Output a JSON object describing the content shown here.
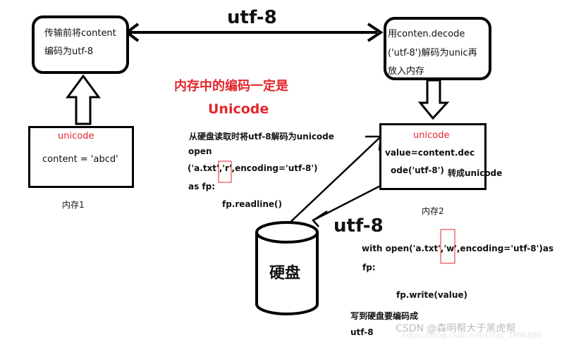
{
  "box1": {
    "line1": "传输前将content",
    "line2": "编码为utf-8"
  },
  "box2": {
    "line1": "用conten.decode",
    "line2": "('utf-8')解码为unic再",
    "line3": "放入内存"
  },
  "arrow_top_label": "utf-8",
  "memory_note": {
    "line1": "内存中的编码一定是",
    "line2": "Unicode"
  },
  "mem1": {
    "title": "unicode",
    "content": "content = 'abcd'",
    "caption": "内存1"
  },
  "mem2": {
    "title": "unicode",
    "line1": "value=content.dec",
    "line2": "ode('utf-8')",
    "suffix": "转成unicode",
    "caption": "内存2"
  },
  "read_code": {
    "line1": "从硬盘读取时将utf-8解码为unicode",
    "line2": "open",
    "line3_pre": "('a.txt',",
    "line3_mode": "'r'",
    "line3_post": ",encoding='utf-8')",
    "line4": "as fp:",
    "line5": "fp.readline()"
  },
  "disk": {
    "label": "硬盘"
  },
  "arrow_disk_label": "utf-8",
  "write_code": {
    "line1_pre": "with open('a.txt',",
    "line1_mode": "'w'",
    "line1_post": ",encoding='utf-8')as",
    "line2": "fp:",
    "line3": "fp.write(value)",
    "line4": "写到硬盘要编码成",
    "line5": "utf-8"
  },
  "watermark": {
    "text": "CSDN @森明帮大于黑虎帮",
    "faint": "https://blog.csdn.net/sinat_3996880"
  },
  "colors": {
    "accent": "#e3262c",
    "stroke": "#000000"
  }
}
